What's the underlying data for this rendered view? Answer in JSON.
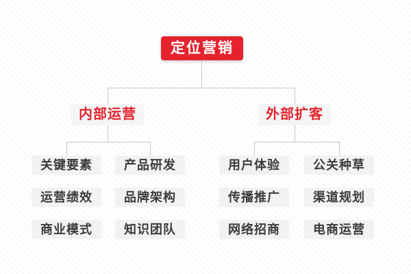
{
  "diagram": {
    "root": {
      "label": "定位营销"
    },
    "branches": [
      {
        "label": "内部运营",
        "children": [
          "关键要素",
          "产品研发",
          "运营绩效",
          "品牌架构",
          "商业模式",
          "知识团队"
        ]
      },
      {
        "label": "外部扩客",
        "children": [
          "用户体验",
          "公关种草",
          "传播推广",
          "渠道规划",
          "网络招商",
          "电商运营"
        ]
      }
    ],
    "colors": {
      "root_bg": "#e5232e",
      "root_text": "#ffffff",
      "branch_text": "#e5232e",
      "branch_bg": "#f5f5f5",
      "leaf_bg": "#f2f2f2",
      "leaf_text": "#3b3b3b",
      "connector": "#c6c6c6",
      "background": "#ffffff"
    }
  }
}
